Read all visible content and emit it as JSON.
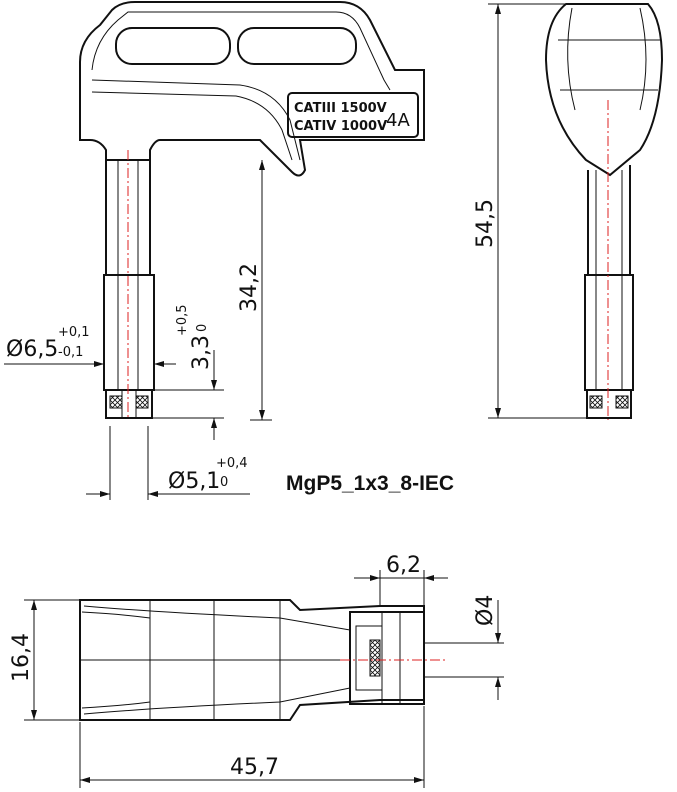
{
  "title": "MgP5_1x3_8-IEC",
  "ratings": {
    "line1": "CATIII 1500V",
    "line2": "CATIV 1000V",
    "current": "4A"
  },
  "dimensions": {
    "tip_diameter": {
      "value": "Ø6,5",
      "tol_upper": "+0,1",
      "tol_lower": "-0,1"
    },
    "tip_length": {
      "value": "3,3",
      "tol_upper": "+0,5",
      "tol_lower": "0"
    },
    "pin_length": {
      "value": "34,2"
    },
    "total_height": {
      "value": "54,5"
    },
    "pin_diameter": {
      "value": "Ø5,1",
      "tol_upper": "+0,4",
      "tol_lower": "0"
    },
    "width": {
      "value": "16,4"
    },
    "total_length": {
      "value": "45,7"
    },
    "socket_length": {
      "value": "6,2"
    },
    "bore_diameter": {
      "value": "Ø4"
    }
  }
}
